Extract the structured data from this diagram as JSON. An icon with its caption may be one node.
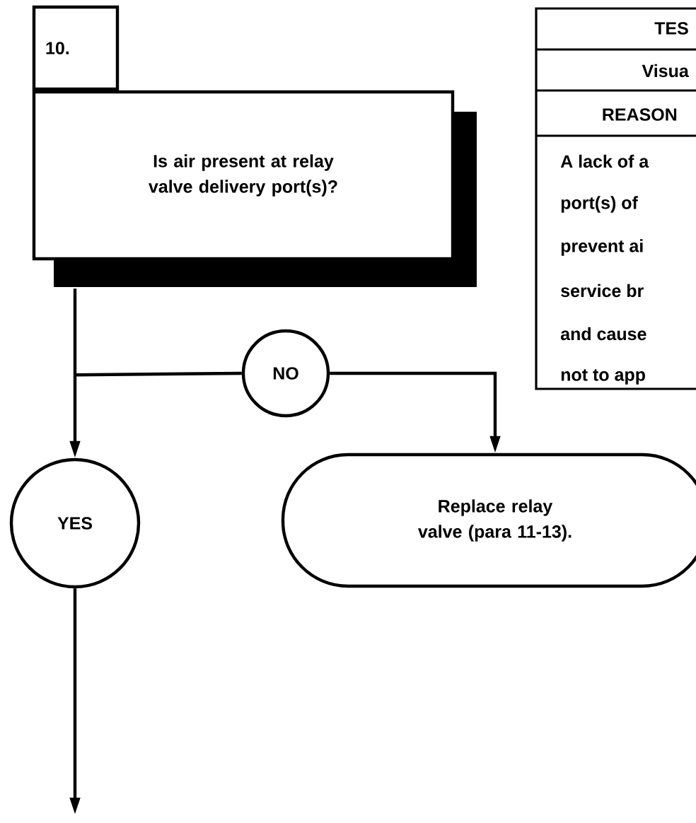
{
  "diagram": {
    "nodes": [
      {
        "text": [
          "10."
        ]
      },
      {
        "text": [
          "Is air present at relay valve delivery port(s)?"
        ]
      },
      {
        "text": [
          "NO"
        ]
      },
      {
        "text": [
          "YES"
        ]
      },
      {
        "text": [
          "Replace relay valve (para 11-13)."
        ]
      }
    ],
    "edges": [
      {
        "from": 1,
        "to": 3,
        "arrow": "to"
      },
      {
        "from": 1,
        "to": 2,
        "arrow": "none"
      },
      {
        "from": 2,
        "to": 4,
        "arrow": "to"
      },
      {
        "from": 3,
        "to": null,
        "arrow": "to"
      }
    ],
    "labels": [
      "TES",
      "Visua",
      "REASON",
      "A lack of a",
      "port(s) of",
      "prevent ai",
      "service br",
      "and cause",
      "not to app"
    ]
  }
}
